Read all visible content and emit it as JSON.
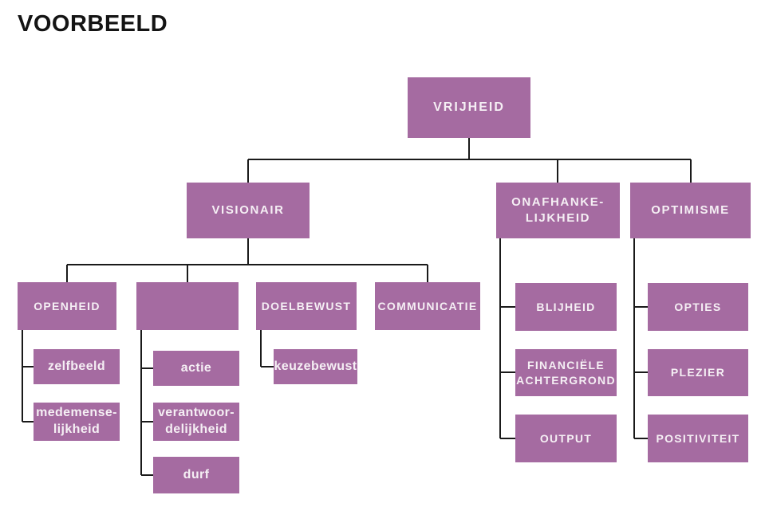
{
  "title": "VOORBEELD",
  "colors": {
    "page_bg": "#ffffff",
    "title_text": "#141414",
    "node_fill": "#a56ba1",
    "node_text": "#f5eff4",
    "connector": "#1a1a1a"
  },
  "chart": {
    "type": "org-tree",
    "root": {
      "label": "VRIJHEID"
    },
    "branches": [
      {
        "label": "VISIONAIR",
        "children": [
          {
            "label": "OPENHEID",
            "children": [
              {
                "label": "zelfbeeld"
              },
              {
                "label": "medemense-\nlijkheid"
              }
            ]
          },
          {
            "label": "",
            "children": [
              {
                "label": "actie"
              },
              {
                "label": "verantwoor-\ndelijkheid"
              },
              {
                "label": "durf"
              }
            ]
          },
          {
            "label": "DOELBEWUST",
            "children": [
              {
                "label": "keuzebewust"
              }
            ]
          },
          {
            "label": "COMMUNICATIE",
            "children": []
          }
        ]
      },
      {
        "label": "ONAFHANKE-\nLIJKHEID",
        "children": [
          {
            "label": "BLIJHEID"
          },
          {
            "label": "FINANCIËLE\nACHTERGROND"
          },
          {
            "label": "OUTPUT"
          }
        ]
      },
      {
        "label": "OPTIMISME",
        "children": [
          {
            "label": "OPTIES"
          },
          {
            "label": "PLEZIER"
          },
          {
            "label": "POSITIVITEIT"
          }
        ]
      }
    ]
  }
}
